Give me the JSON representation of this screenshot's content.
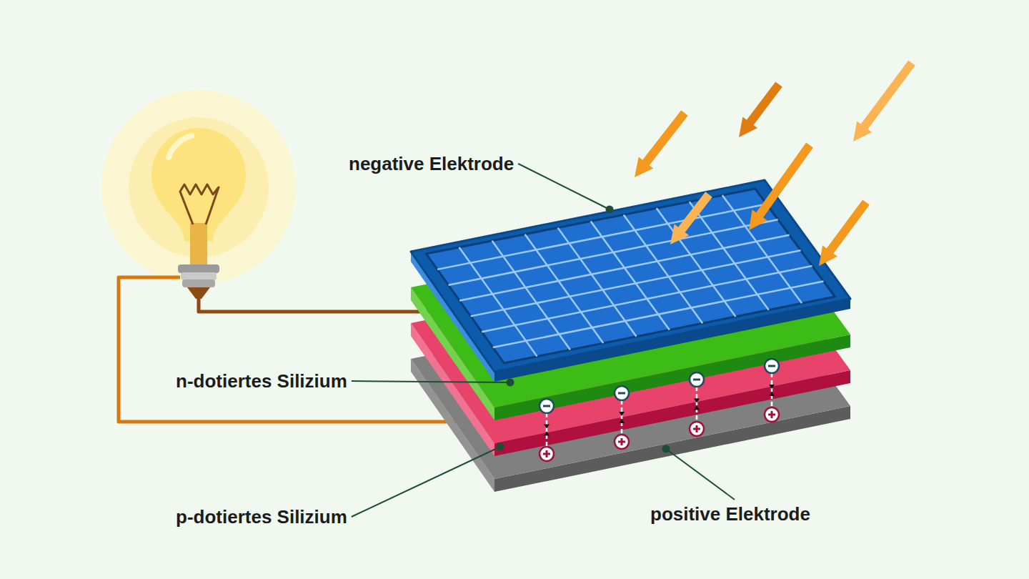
{
  "diagram": {
    "labels": [
      "negative Elektrode",
      "n-dotiertes Silizium",
      "p-dotiertes Silizium",
      "positive Elektrode"
    ]
  }
}
